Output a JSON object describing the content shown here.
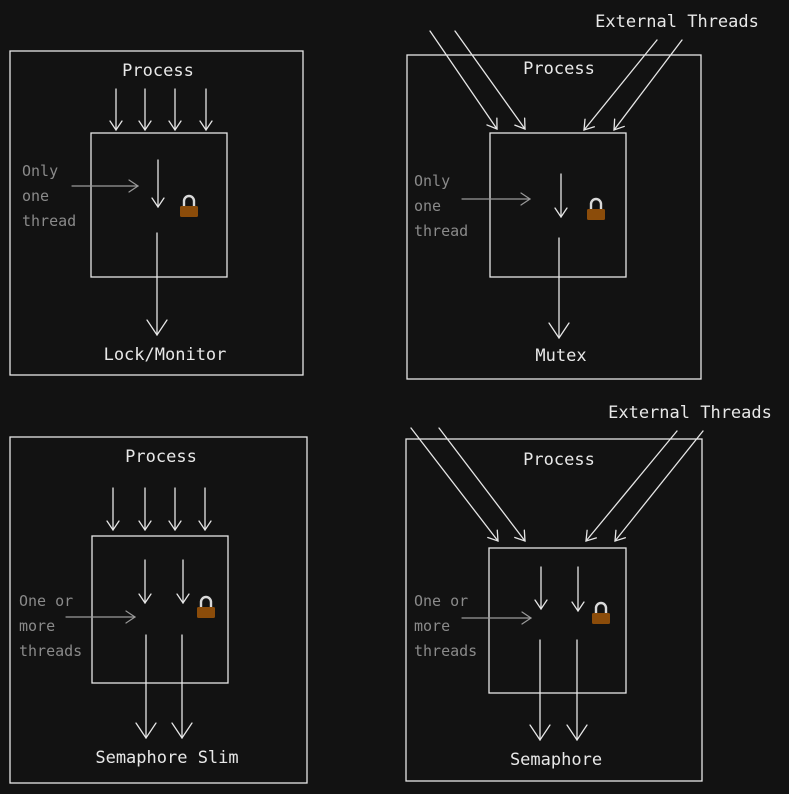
{
  "colors": {
    "background": "#121212",
    "stroke": "#e6e6e6",
    "note_text": "#8a8a8a",
    "lock_body": "#8b4c0a",
    "lock_shackle": "#d9d9d9"
  },
  "panels": [
    {
      "id": "lock-monitor",
      "process_label": "Process",
      "caption": "Lock/Monitor",
      "note_lines": [
        "Only",
        "one",
        "thread"
      ],
      "external_label": "",
      "lock_icon": "padlock-icon"
    },
    {
      "id": "mutex",
      "process_label": "Process",
      "caption": "Mutex",
      "note_lines": [
        "Only",
        "one",
        "thread"
      ],
      "external_label": "External Threads",
      "lock_icon": "padlock-icon"
    },
    {
      "id": "semaphore-slim",
      "process_label": "Process",
      "caption": "Semaphore Slim",
      "note_lines": [
        "One or",
        "more",
        "threads"
      ],
      "external_label": "",
      "lock_icon": "padlock-icon"
    },
    {
      "id": "semaphore",
      "process_label": "Process",
      "caption": "Semaphore",
      "note_lines": [
        "One or",
        "more",
        "threads"
      ],
      "external_label": "External Threads",
      "lock_icon": "padlock-icon"
    }
  ]
}
